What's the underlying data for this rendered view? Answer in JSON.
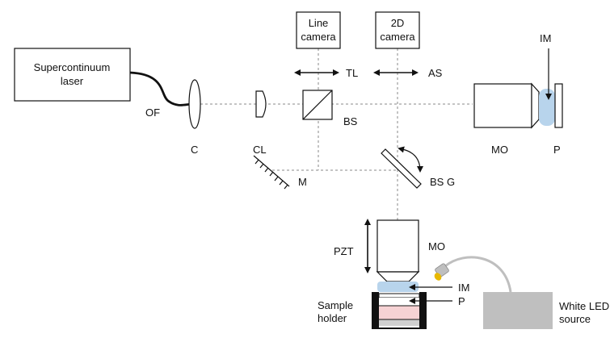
{
  "diagram": {
    "components": {
      "laser": [
        "Supercontinuum",
        "laser"
      ],
      "line_camera": [
        "Line",
        "camera"
      ],
      "camera_2d": [
        "2D",
        "camera"
      ],
      "led_source": [
        "White LED",
        "source"
      ],
      "sample_holder": [
        "Sample",
        "holder"
      ]
    },
    "labels": {
      "of": "OF",
      "c": "C",
      "cl": "CL",
      "bs": "BS",
      "tl": "TL",
      "as": "AS",
      "m": "M",
      "bsg": "BS G",
      "pzt": "PZT",
      "mo_right": "MO",
      "p_right": "P",
      "im_right": "IM",
      "mo_bottom": "MO",
      "im_bottom": "IM",
      "p_bottom": "P"
    },
    "colors": {
      "line": "#111111",
      "beam": "#888888",
      "immersion": "#b8d4ec",
      "led_head": "#e8b800",
      "led_box": "#bfbfbf",
      "sample_pink": "#f6d2d4",
      "glass_gray": "#d0d0d0"
    }
  }
}
